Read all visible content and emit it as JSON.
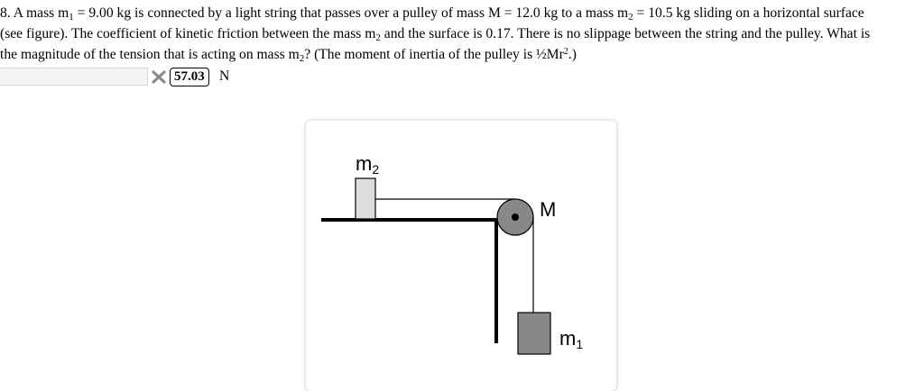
{
  "question": {
    "number": "8",
    "line1": {
      "a": ". A mass m",
      "a_sub": "1",
      "b": " = 9.00 kg is connected by a light string that passes over a pulley of mass M = 12.0 kg to a mass m",
      "b_sub": "2",
      "c": " = 10.5 kg sliding on a horizontal surface"
    },
    "line2": {
      "a": "(see figure). The coefficient of kinetic friction between the mass m",
      "a_sub": "2",
      "b": " and the surface is 0.17. There is no slippage between the string and the pulley. What is"
    },
    "line3": {
      "a": "the magnitude of the tension that is acting on mass m",
      "a_sub": "2",
      "b": "? (The moment of inertia of the pulley is ½Mr",
      "b_sup": "2",
      "c": ".)"
    }
  },
  "answer": {
    "input_value": "",
    "status_icon": "x-mark-icon",
    "correct_value": "57.03",
    "unit": "N"
  },
  "figure": {
    "label_m2": {
      "main": "m",
      "sub": "2"
    },
    "label_M": "M",
    "label_m1": {
      "main": "m",
      "sub": "1"
    },
    "colors": {
      "pulley": "#888888",
      "block_m1": "#888888",
      "block_m2": "#dddddd",
      "string": "#000000"
    }
  }
}
